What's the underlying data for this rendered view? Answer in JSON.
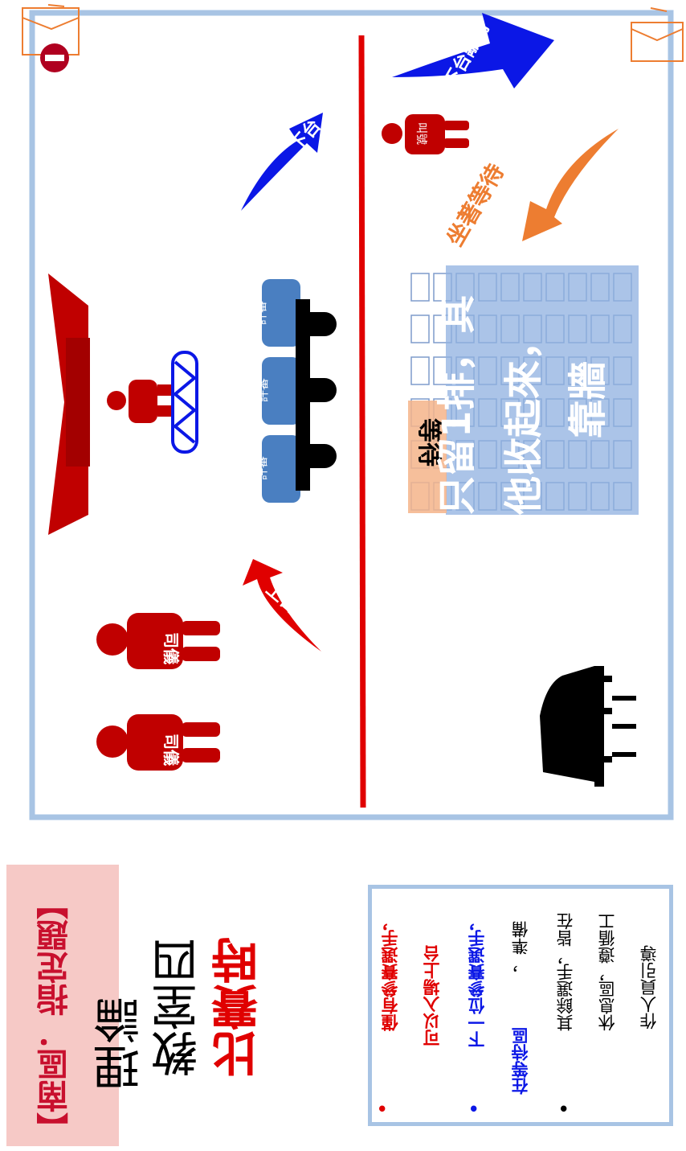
{
  "labels": {
    "siyi_a": "司儀",
    "siyi_b": "司儀",
    "go_up": "上台",
    "go_down": "下台",
    "judge_1": "評審",
    "judge_2": "評審",
    "judge_3": "評審",
    "caller": "叫號",
    "wait_seat": "等待",
    "sit_wait": "坐著等待",
    "leave": "下台離開",
    "chairs_note_1": "只留1排，其",
    "chairs_note_2": "他收起來，",
    "chairs_note_3": "靠牆"
  },
  "title": {
    "line1": "【南區．指定題】",
    "line2": "理論",
    "line3": "教室四",
    "line4": "比賽時"
  },
  "info": {
    "line1": "僅有參賽選手，",
    "line2": "可以入場上台",
    "line3": "下一位參賽選手，",
    "line4a": "在等待區",
    "line4b": "，準備",
    "line5": "其餘選手，皆在",
    "line6": "休息區，遵循工",
    "line7": "作人員引導"
  },
  "colors": {
    "red": "#c00000",
    "blue": "#0b17e6",
    "orange": "#ed7d31",
    "frame": "#a8c4e4",
    "judge_box": "#4a7fc1",
    "chairs_overlay": "#8fb0e0",
    "wait_overlay": "#f4b48a"
  }
}
